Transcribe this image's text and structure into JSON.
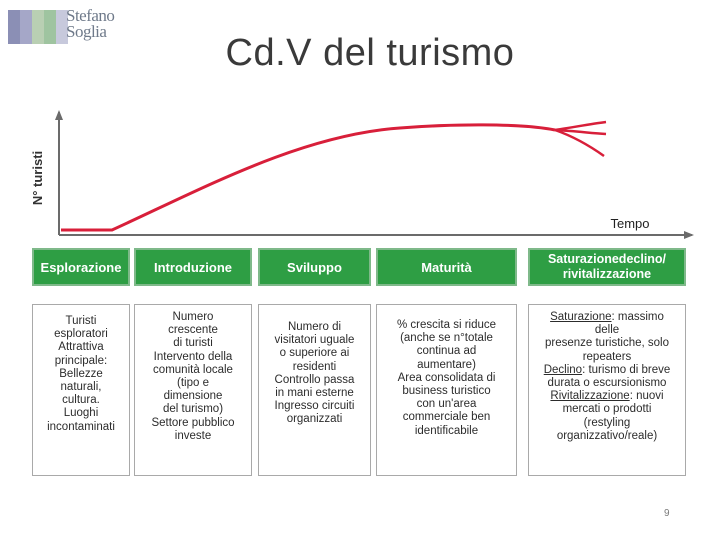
{
  "logo": {
    "line1": "Stefano",
    "line2": "Soglia",
    "colors": [
      "#8b8fb5",
      "#a5a7c8",
      "#b9cfb3",
      "#9fc4a0",
      "#c7c9dc"
    ]
  },
  "title": "Cd.V del turismo",
  "chart": {
    "ylabel": "N° turisti",
    "xlabel": "Tempo",
    "curve_color": "#d81f3a",
    "axis_color": "#6b6b6b"
  },
  "phases": [
    {
      "label": "Esplorazione"
    },
    {
      "label": "Introduzione"
    },
    {
      "label": "Sviluppo"
    },
    {
      "label": "Maturità"
    },
    {
      "label": "Saturazionedeclino/ rivitalizzazione"
    }
  ],
  "descriptions": [
    [
      "Turisti",
      "esploratori",
      "Attrattiva",
      "principale:",
      "Bellezze",
      "naturali,",
      "cultura.",
      "Luoghi",
      "incontaminati"
    ],
    [
      "Numero",
      "crescente",
      "di turisti",
      "Intervento della",
      "comunità locale",
      "(tipo e",
      "dimensione",
      "del turismo)",
      "Settore pubblico",
      "investe"
    ],
    [
      "Numero di",
      "visitatori uguale",
      "o superiore ai",
      "residenti",
      "Controllo passa",
      "in mani esterne",
      "Ingresso circuiti",
      "organizzati"
    ],
    [
      "% crescita si riduce",
      "(anche se n°totale",
      "continua ad",
      "aumentare)",
      "Area consolidata di",
      "business turistico",
      "con un'area",
      "commerciale ben",
      "identificabile"
    ],
    {
      "saturazione_term": "Saturazione",
      "saturazione_rest": ": massimo",
      "l2": "delle",
      "l3": "presenze turistiche, solo",
      "l4": "repeaters",
      "declino_term": "Declino",
      "declino_rest": ": turismo di breve",
      "l6": "durata o escursionismo",
      "rivital_term": "Rivitalizzazione",
      "rivital_rest": ": nuovi",
      "l8": "mercati o prodotti",
      "l9": "(restyling",
      "l10": "organizzativo/reale)"
    }
  ],
  "page_number": "9"
}
